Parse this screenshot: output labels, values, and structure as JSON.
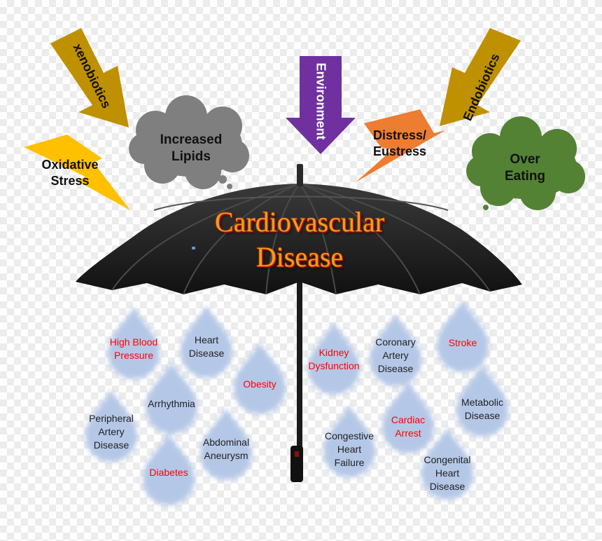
{
  "title": {
    "line1": "Cardiovascular",
    "line2": "Disease"
  },
  "arrows": {
    "left": {
      "label": "xenobiotics",
      "color": "#bf9000"
    },
    "center": {
      "label": "Environment",
      "color": "#7030a0"
    },
    "right": {
      "label": "Endobiotics",
      "color": "#bf9000"
    }
  },
  "bolts": {
    "oxidative": {
      "line1": "Oxidative",
      "line2": "Stress",
      "color": "#ffc000"
    },
    "distress": {
      "line1": "Distress/",
      "line2": "Eustress",
      "color": "#ed7d31"
    }
  },
  "clouds": {
    "lipids": {
      "line1": "Increased",
      "line2": "Lipids",
      "color": "#7f7f7f"
    },
    "eating": {
      "line1": "Over",
      "line2": "Eating",
      "color": "#548235"
    }
  },
  "drops": [
    {
      "lines": [
        "High Blood",
        "Pressure"
      ],
      "highlight": true
    },
    {
      "lines": [
        "Heart",
        "Disease"
      ],
      "highlight": false
    },
    {
      "lines": [
        "Obesity"
      ],
      "highlight": true
    },
    {
      "lines": [
        "Arrhythmia"
      ],
      "highlight": false
    },
    {
      "lines": [
        "Peripheral",
        "Artery",
        "Disease"
      ],
      "highlight": false
    },
    {
      "lines": [
        "Abdominal",
        "Aneurysm"
      ],
      "highlight": false
    },
    {
      "lines": [
        "Diabetes"
      ],
      "highlight": true
    },
    {
      "lines": [
        "Kidney",
        "Dysfunction"
      ],
      "highlight": true
    },
    {
      "lines": [
        "Coronary",
        "Artery",
        "Disease"
      ],
      "highlight": false
    },
    {
      "lines": [
        "Stroke"
      ],
      "highlight": true
    },
    {
      "lines": [
        "Metabolic",
        "Disease"
      ],
      "highlight": false
    },
    {
      "lines": [
        "Cardiac",
        "Arrest"
      ],
      "highlight": true
    },
    {
      "lines": [
        "Congestive",
        "Heart",
        "Failure"
      ],
      "highlight": false
    },
    {
      "lines": [
        "Congenital",
        "Heart",
        "Disease"
      ],
      "highlight": false
    }
  ],
  "colors": {
    "drop_fill": "#b4c7e7",
    "highlight_text": "#ff0000",
    "normal_text": "#222222",
    "umbrella": "#1e1e1e"
  }
}
